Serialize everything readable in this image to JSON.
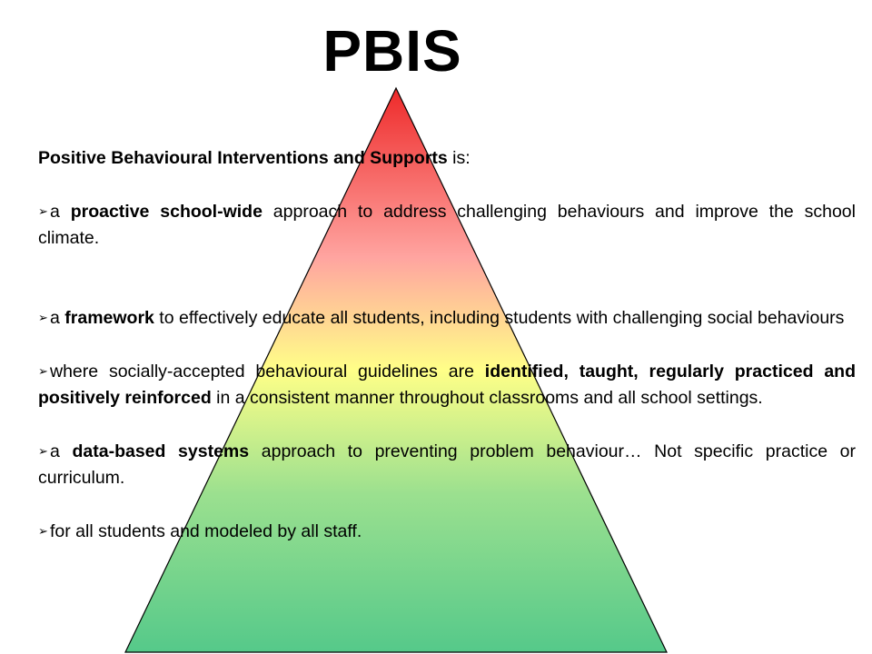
{
  "slide": {
    "title": "PBIS",
    "intro": {
      "bold": "Positive Behavioural Interventions and Supports",
      "rest": " is:"
    },
    "bullet_glyph": "➢",
    "bullets": [
      {
        "t1": "a ",
        "b1": "proactive school-wide",
        "t2": " approach to address challenging behaviours and improve the school climate."
      },
      {
        "t1": "a ",
        "b1": "framework",
        "t2": " to effectively educate all students, including students with challenging social behaviours"
      },
      {
        "t1": "where socially-accepted behavioural guidelines are ",
        "b1": "identified, taught, regularly practiced and positively reinforced",
        "t2": " in a consistent manner throughout classrooms and all school settings."
      },
      {
        "t1": "a ",
        "b1": "data-based systems",
        "t2": " approach to preventing problem behaviour… Not specific practice or curriculum."
      },
      {
        "t1": "for all students and modeled by all staff.",
        "b1": "",
        "t2": ""
      }
    ]
  },
  "colors": {
    "pyramid_top": "#ee2a2a",
    "pyramid_upper": "#ffa4a0",
    "pyramid_mid": "#ffff88",
    "pyramid_lower": "#9be08f",
    "pyramid_bottom": "#55c98a",
    "outline": "#000000"
  }
}
